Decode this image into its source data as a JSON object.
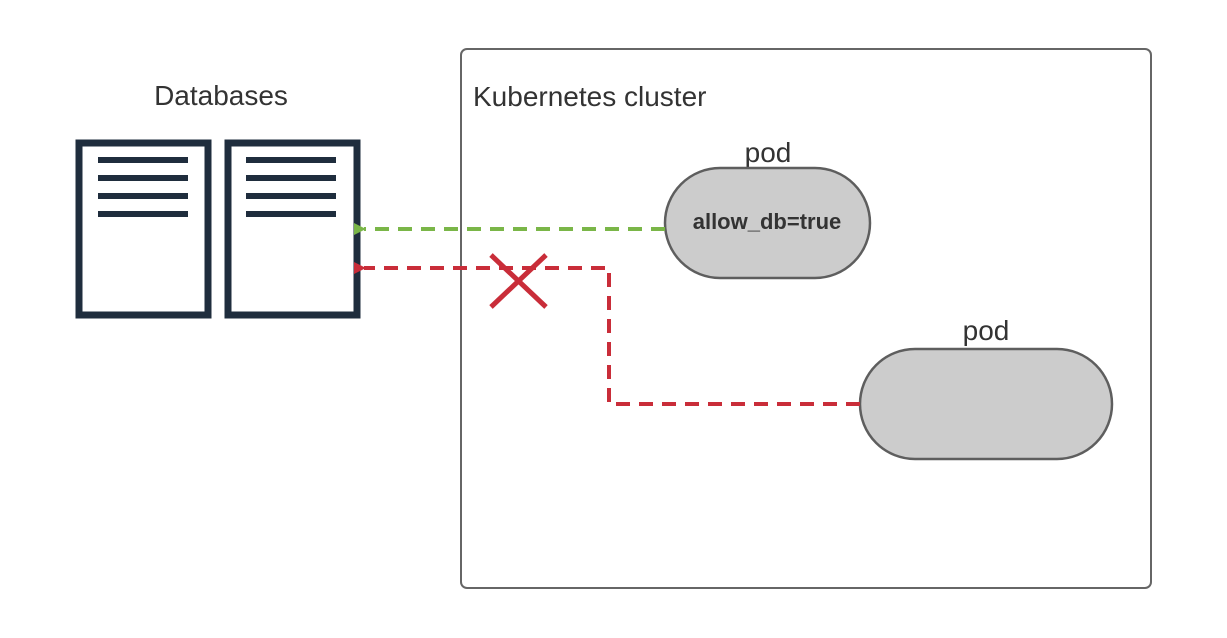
{
  "databases": {
    "label": "Databases",
    "count": 2,
    "color": "#1f2d3d"
  },
  "cluster": {
    "label": "Kubernetes cluster",
    "border_color": "#666666"
  },
  "pods": [
    {
      "label": "pod",
      "tag": "allow_db=true",
      "fill": "#cccccc"
    },
    {
      "label": "pod",
      "tag": "",
      "fill": "#cccccc"
    }
  ],
  "connections": [
    {
      "from": "pod-1",
      "to": "databases",
      "status": "allowed",
      "color": "#7ab648"
    },
    {
      "from": "pod-2",
      "to": "databases",
      "status": "blocked",
      "color": "#c92d39",
      "marker": "x-icon"
    }
  ]
}
